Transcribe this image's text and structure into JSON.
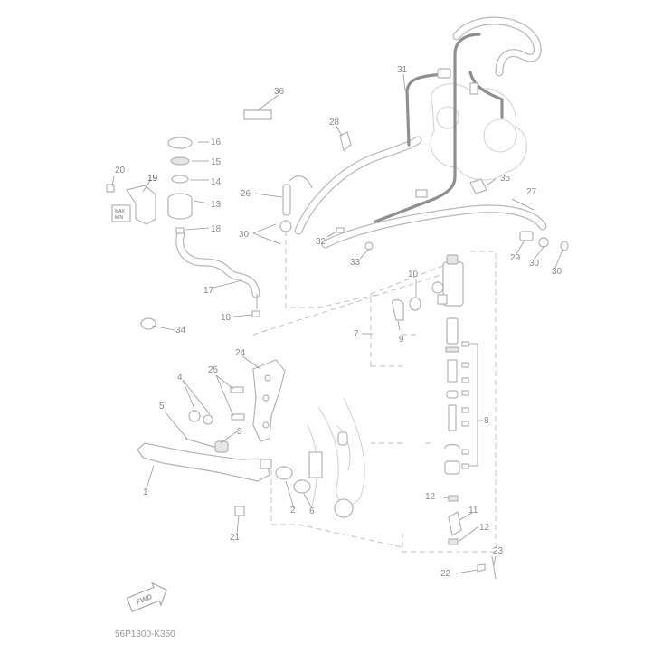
{
  "diagram_code": "56P1300-K350",
  "forward_arrow": {
    "label": "FWD",
    "icon": "fwd-arrow-icon"
  },
  "reservoir_label": {
    "max": "MAX",
    "min": "MIN"
  },
  "callouts": {
    "c1": "1",
    "c2": "2",
    "c3": "3",
    "c4": "4",
    "c5": "5",
    "c6": "6",
    "c7": "7",
    "c8": "8",
    "c9": "9",
    "c10": "10",
    "c11": "11",
    "c12a": "12",
    "c12b": "12",
    "c13": "13",
    "c14": "14",
    "c15": "15",
    "c16": "16",
    "c17": "17",
    "c18a": "18",
    "c18b": "18",
    "c19": "19",
    "c20": "20",
    "c21": "21",
    "c22": "22",
    "c23": "23",
    "c24": "24",
    "c25": "25",
    "c26": "26",
    "c27": "27",
    "c28": "28",
    "c29": "29",
    "c30a": "30",
    "c30b": "30",
    "c30c": "30",
    "c31": "31",
    "c32": "32",
    "c33": "33",
    "c34": "34",
    "c35": "35",
    "c36": "36"
  },
  "colors": {
    "line": "#b4b4b4",
    "pipe": "#8f8f8f",
    "text": "#8a8a8a",
    "background": "#ffffff"
  }
}
